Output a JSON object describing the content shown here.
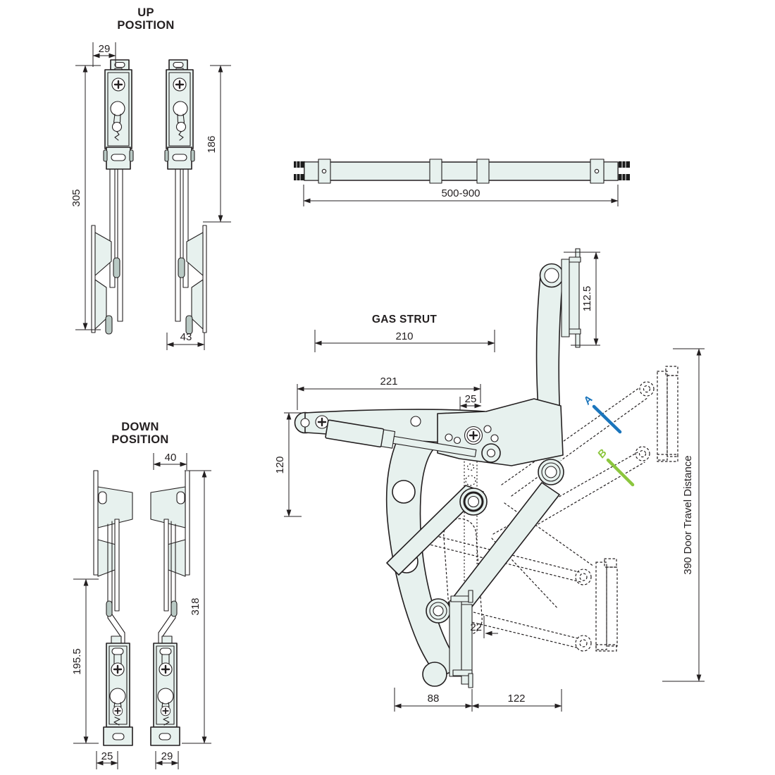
{
  "colors": {
    "line": "#231f20",
    "panel-fill": "#e7f1ee",
    "pin-fill": "#b9c9c4",
    "black-fill": "#1c1c1c",
    "marker-a": "#1b75bc",
    "marker-b": "#8cc63e",
    "background": "#ffffff"
  },
  "up_view": {
    "title_line1": "UP",
    "title_line2": "POSITION",
    "dim_width_top": "29",
    "dim_height_overall": "305",
    "dim_height_body": "186",
    "dim_width_foot": "43"
  },
  "bar_view": {
    "dim_length": "500-900"
  },
  "mechanism_view": {
    "gas_strut_label": "GAS STRUT",
    "dim_gas_strut": "210",
    "dim_arm_length": "221",
    "dim_offset": "25",
    "dim_bracket_height": "112.5",
    "dim_arm_height": "120",
    "dim_gap": "22",
    "dim_base_width": "88",
    "dim_extension": "122",
    "dim_travel": "390 Door Travel Distance",
    "marker_a_label": "A",
    "marker_b_label": "B"
  },
  "down_view": {
    "title_line1": "DOWN",
    "title_line2": "POSITION",
    "dim_width_top": "40",
    "dim_height_overall": "318",
    "dim_height_lower": "195.5",
    "dim_width_foot_left": "25",
    "dim_width_foot_right": "29"
  }
}
